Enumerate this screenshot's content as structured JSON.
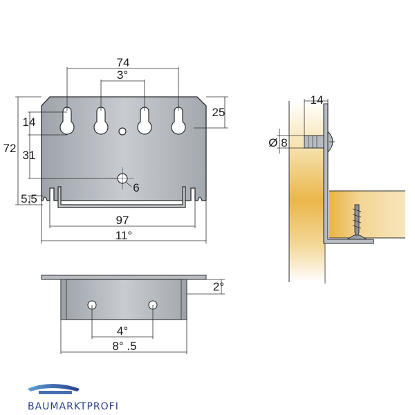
{
  "front_view": {
    "width_top": "74",
    "width_inner": "3°",
    "depth_top": "25",
    "height_total": "72",
    "height_14": "14",
    "height_31": "31",
    "height_55": "5.5",
    "hole_dia": "6",
    "width_97": "97",
    "width_total": "11°"
  },
  "side_view": {
    "width_14": "14",
    "dia_8": "Ø 8"
  },
  "bottom_view": {
    "height_2": "2°",
    "spacing_4": "4°",
    "length_85": "8° .5"
  },
  "logo": {
    "text": "BAUMARKTPROFI"
  },
  "colors": {
    "plate": "#b8bcc2",
    "outline": "#2b2b2b",
    "wood": "#f2d99a",
    "wood_dark": "#e9b84a",
    "brand": "#2a3f8a"
  }
}
